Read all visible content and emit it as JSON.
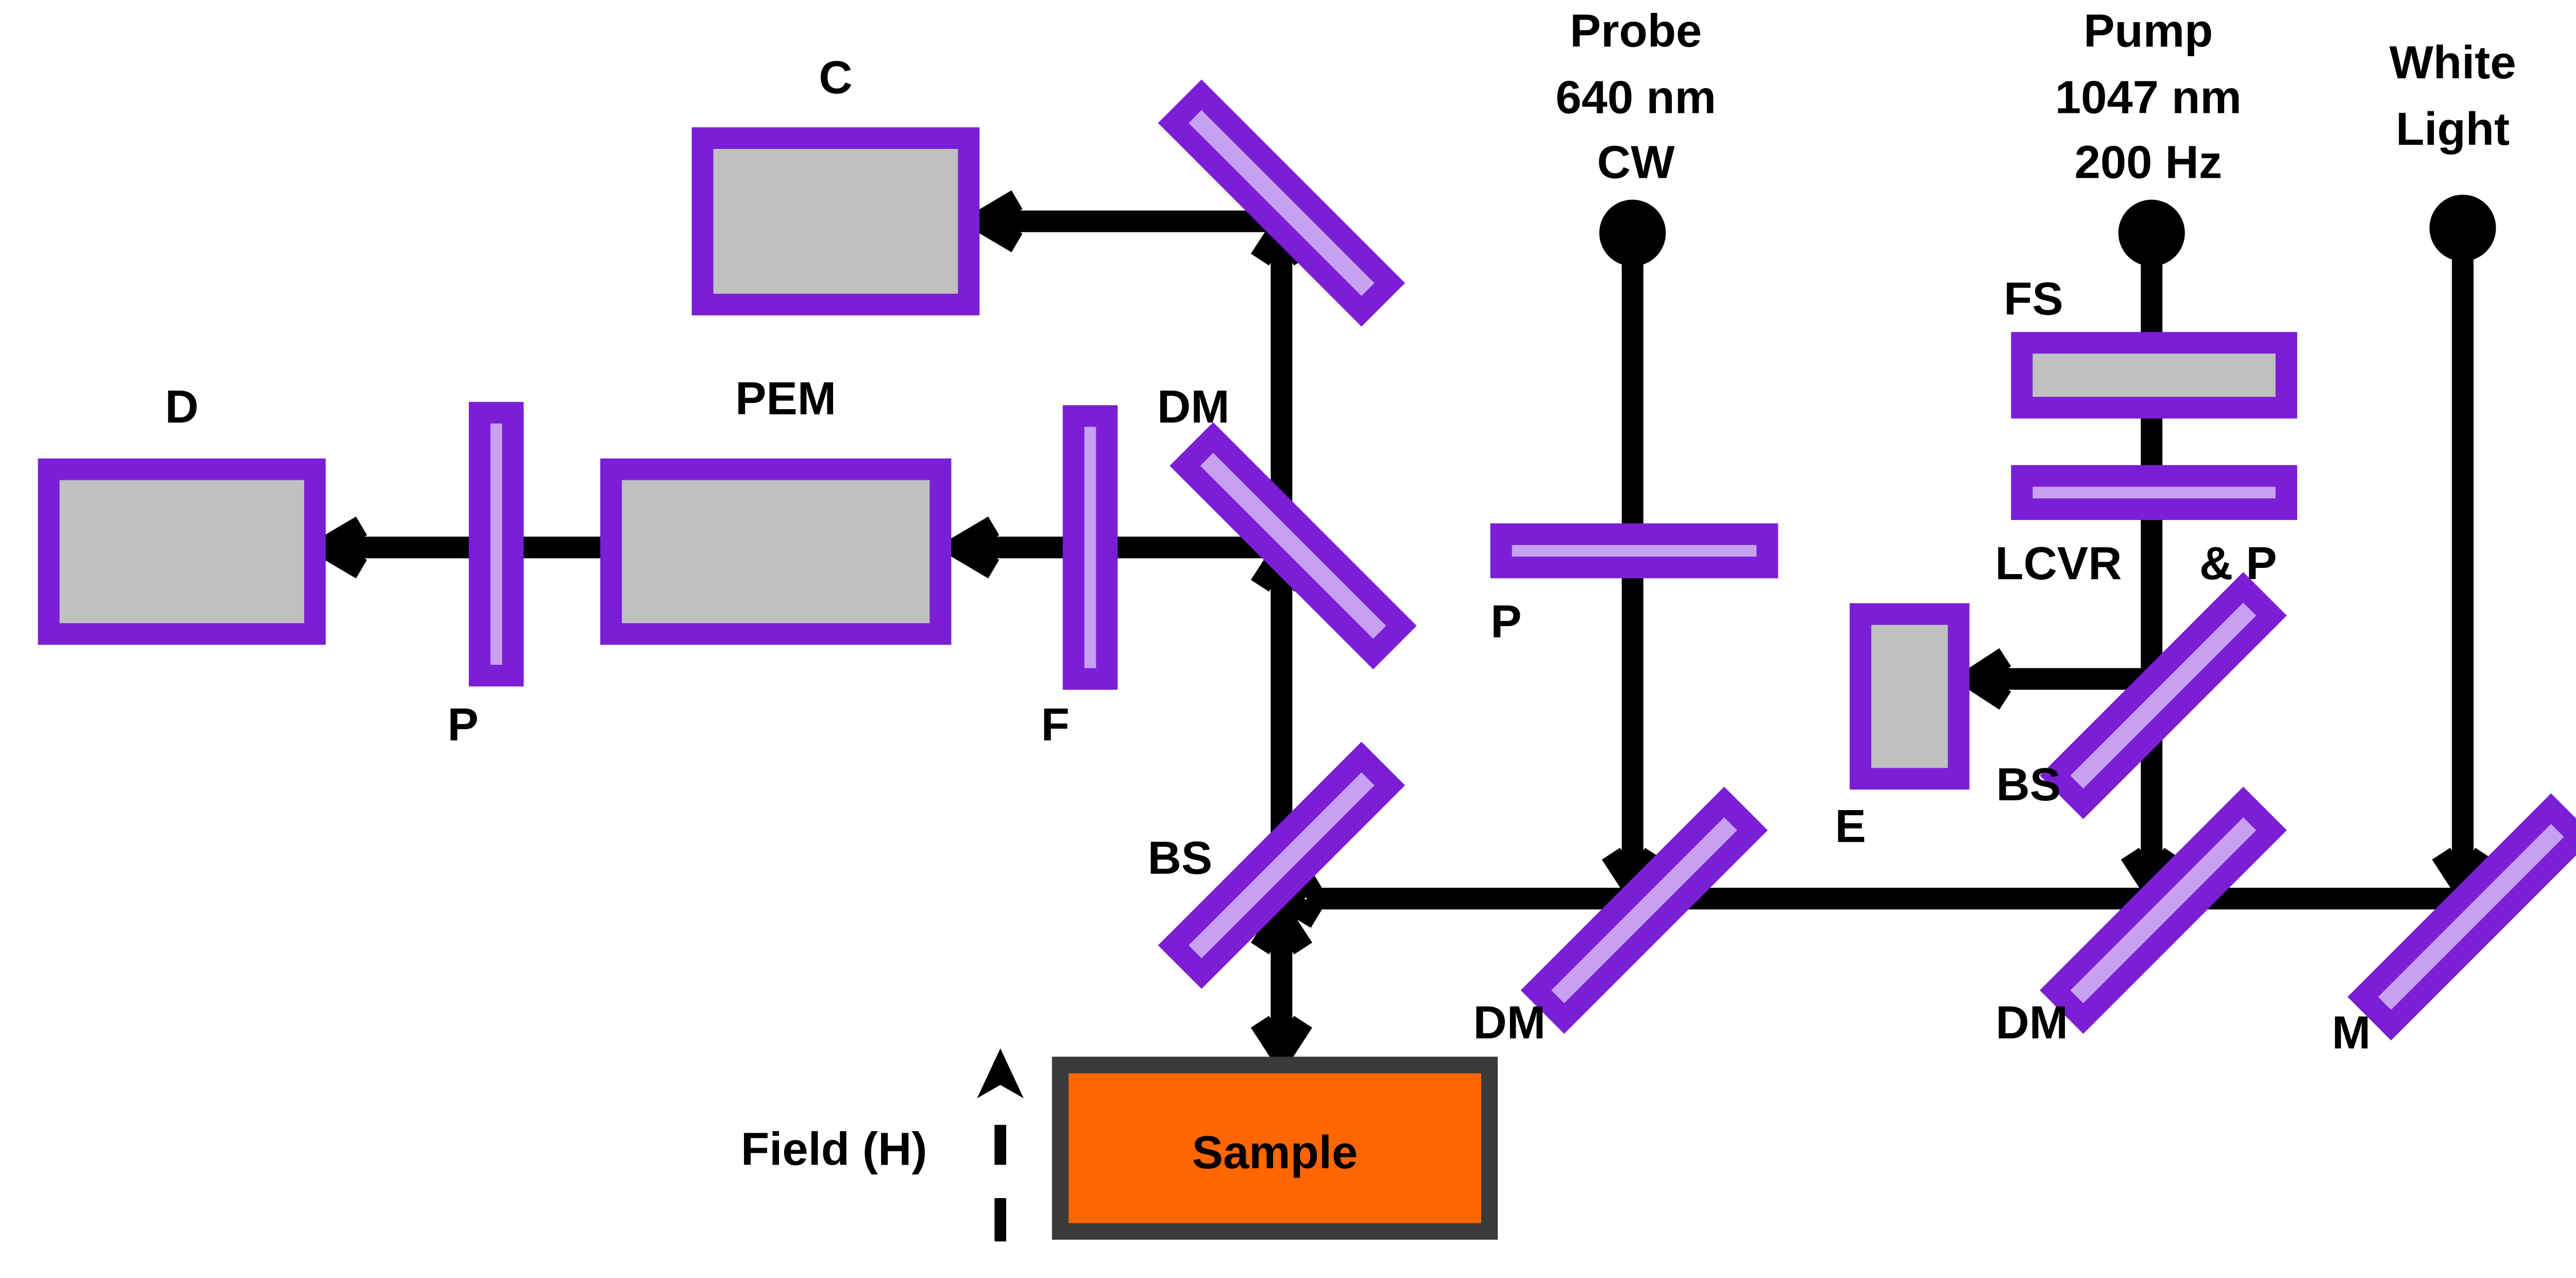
{
  "labels": {
    "C": "C",
    "D": "D",
    "PEM": "PEM",
    "DM_left": "DM",
    "P_left": "P",
    "F": "F",
    "BS_left": "BS",
    "probe_1": "Probe",
    "probe_2": "640 nm",
    "probe_3": "CW",
    "P_probe": "P",
    "DM_probe": "DM",
    "pump_1": "Pump",
    "pump_2": "1047 nm",
    "pump_3": "200 Hz",
    "FS": "FS",
    "LCVR": "LCVR",
    "and_P": "& P",
    "E": "E",
    "BS_pump": "BS",
    "DM_pump": "DM",
    "white_1": "White",
    "white_2": "Light",
    "M": "M",
    "sample": "Sample",
    "field": "Field (H)"
  },
  "colors": {
    "optic_fill": "#c8a0f0",
    "optic_stroke": "#7a1fd6",
    "detector_fill": "#c0c0c0",
    "sample_fill": "#ff6600",
    "beam": "#000000"
  }
}
